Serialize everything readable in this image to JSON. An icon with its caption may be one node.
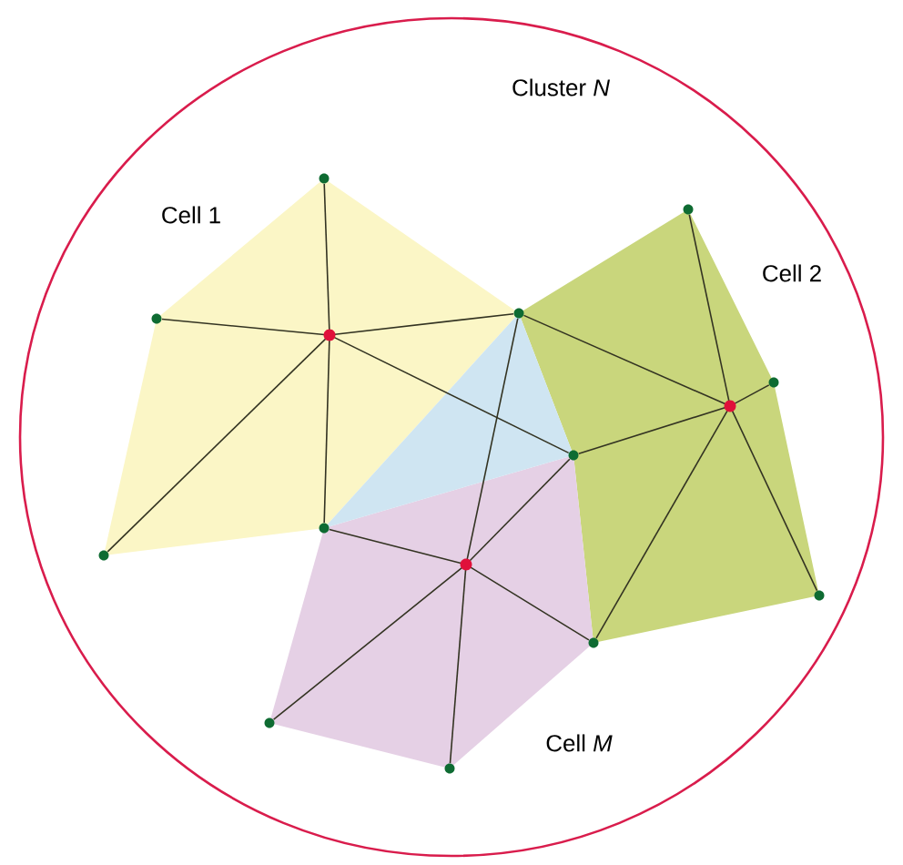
{
  "diagram": {
    "nodes": [
      {
        "text": [
          "Cluster *N*"
        ]
      },
      {
        "text": [
          "Cell 1"
        ],
        "in": 0
      },
      {
        "text": [
          "Cell 2"
        ],
        "in": 0
      },
      {
        "text": [
          "Cell *M*"
        ],
        "in": 0
      },
      {
        "text": [],
        "shape": "circle",
        "in": 0
      },
      {
        "text": [],
        "shape": "circle",
        "in": 0
      },
      {
        "text": [],
        "shape": "circle",
        "in": 1
      },
      {
        "text": [],
        "shape": "circle",
        "in": 0
      },
      {
        "text": [],
        "shape": "circle",
        "in": 0
      },
      {
        "text": [],
        "shape": "circle",
        "in": 0
      },
      {
        "text": [],
        "shape": "circle",
        "in": 0
      },
      {
        "text": [],
        "shape": "circle",
        "in": 2
      },
      {
        "text": [],
        "shape": "circle",
        "in": 0
      },
      {
        "text": [],
        "shape": "circle",
        "in": 2
      },
      {
        "text": [],
        "shape": "circle",
        "in": 3
      },
      {
        "text": [],
        "shape": "circle",
        "in": 0
      },
      {
        "text": [],
        "shape": "circle",
        "in": 0
      },
      {
        "text": [],
        "shape": "circle",
        "in": 0
      },
      {
        "text": [],
        "shape": "circle",
        "in": 0
      }
    ],
    "edges": [
      {
        "from": 6,
        "to": 4,
        "arrow": "none"
      },
      {
        "from": 6,
        "to": 5,
        "arrow": "none"
      },
      {
        "from": 6,
        "to": 7,
        "arrow": "none"
      },
      {
        "from": 6,
        "to": 9,
        "arrow": "none"
      },
      {
        "from": 6,
        "to": 10,
        "arrow": "none"
      },
      {
        "from": 6,
        "to": 11,
        "arrow": "none"
      },
      {
        "from": 13,
        "to": 8,
        "arrow": "none"
      },
      {
        "from": 13,
        "to": 7,
        "arrow": "none"
      },
      {
        "from": 13,
        "to": 12,
        "arrow": "none"
      },
      {
        "from": 13,
        "to": 11,
        "arrow": "none"
      },
      {
        "from": 13,
        "to": 15,
        "arrow": "none"
      },
      {
        "from": 13,
        "to": 16,
        "arrow": "none"
      },
      {
        "from": 14,
        "to": 10,
        "arrow": "none"
      },
      {
        "from": 14,
        "to": 11,
        "arrow": "none"
      },
      {
        "from": 14,
        "to": 7,
        "arrow": "none"
      },
      {
        "from": 14,
        "to": 16,
        "arrow": "none"
      },
      {
        "from": 14,
        "to": 17,
        "arrow": "none"
      },
      {
        "from": 14,
        "to": 18,
        "arrow": "none"
      }
    ]
  }
}
